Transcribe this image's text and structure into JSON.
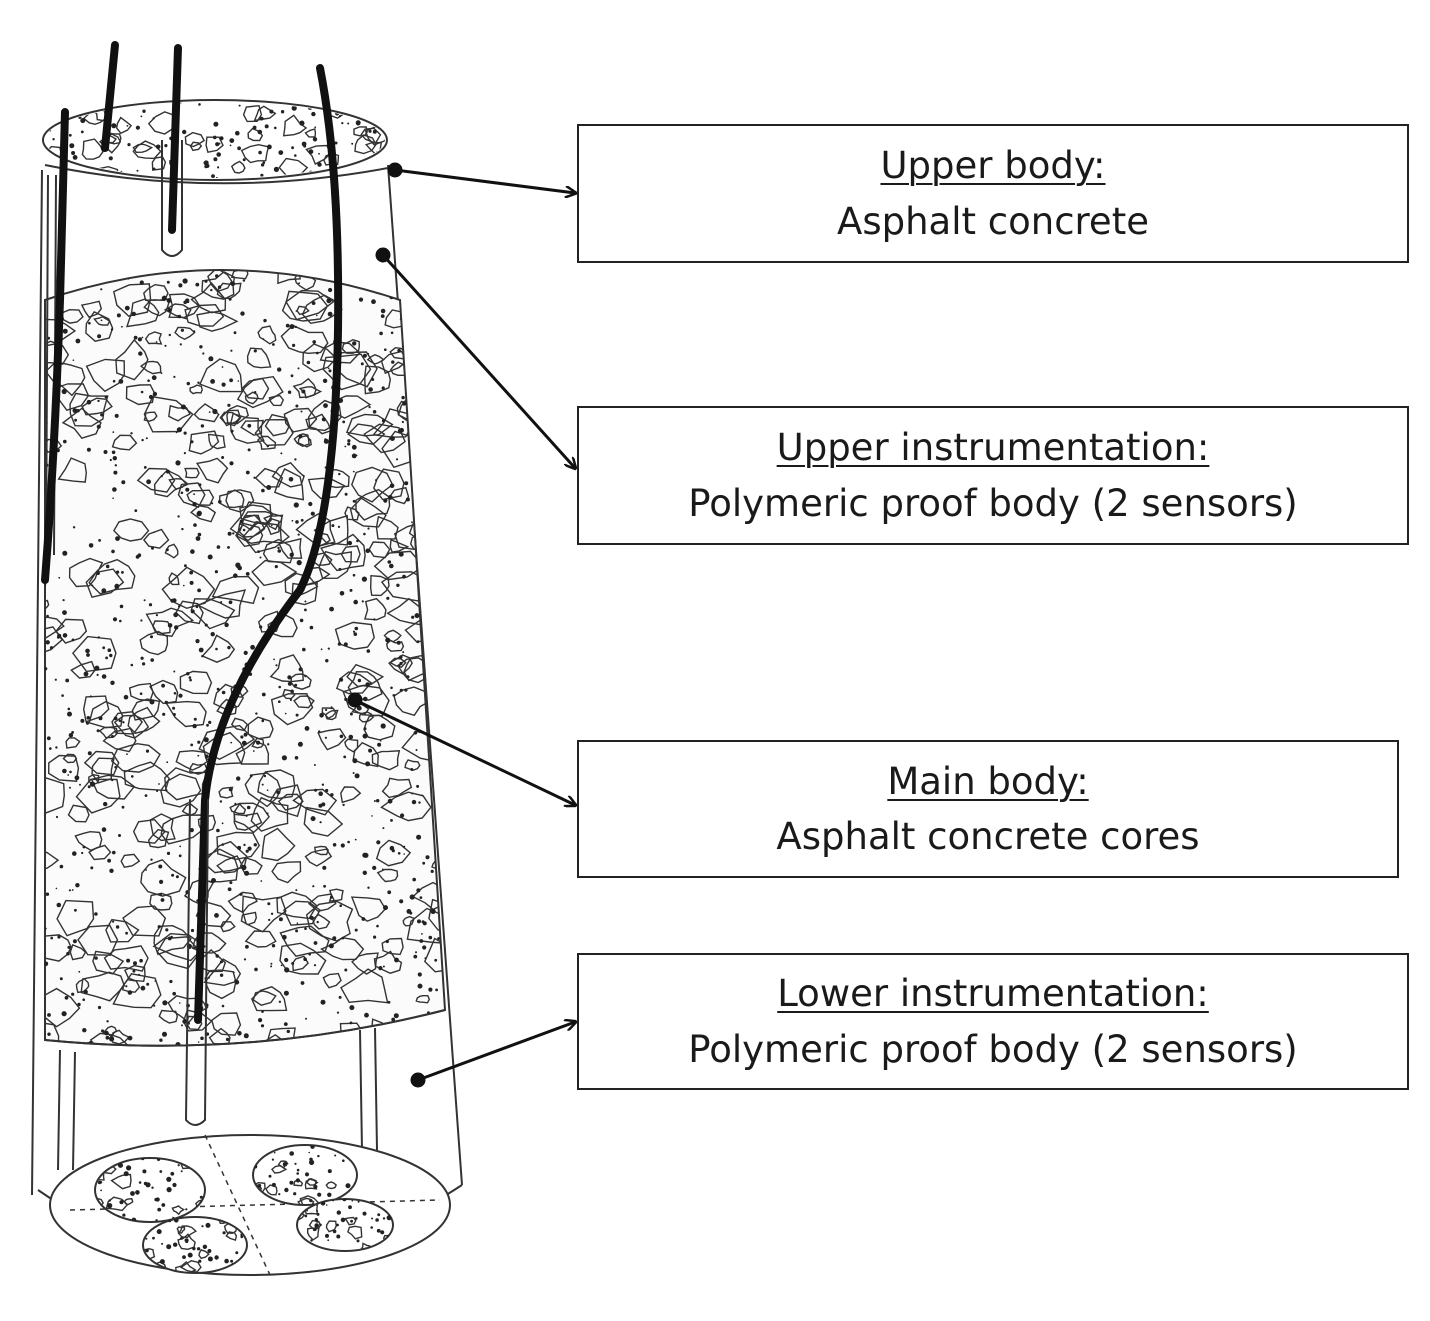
{
  "labels": {
    "upper_body": {
      "title": "Upper body:",
      "description": "Asphalt concrete"
    },
    "upper_instrumentation": {
      "title": "Upper instrumentation:",
      "description": "Polymeric proof body (2 sensors)"
    },
    "main_body": {
      "title": "Main body:",
      "description": "Asphalt concrete cores"
    },
    "lower_instrumentation": {
      "title": "Lower instrumentation:",
      "description": "Polymeric proof body (2 sensors)"
    }
  },
  "colors": {
    "ink": "#1a1a1a",
    "cable": "#111111",
    "background": "#ffffff"
  }
}
